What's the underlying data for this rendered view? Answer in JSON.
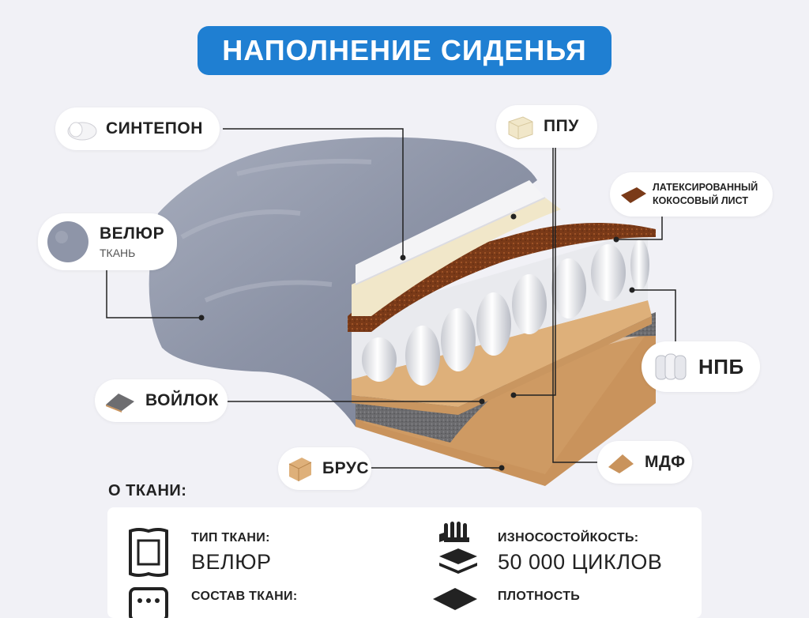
{
  "header": {
    "title": "НАПОЛНЕНИЕ СИДЕНЬЯ"
  },
  "layers": {
    "sintepon": "СИНТЕПОН",
    "ppu": "ППУ",
    "latex_line1": "ЛАТЕКСИРОВАННЫЙ",
    "latex_line2": "КОКОСОВЫЙ ЛИСТ",
    "velour": "ВЕЛЮР",
    "velour_sub": "ТКАНЬ",
    "npb": "НПБ",
    "voilok": "ВОЙЛОК",
    "brus": "БРУС",
    "mdf": "МДФ"
  },
  "fabric": {
    "section_title": "О ТКАНИ:",
    "type_label": "ТИП ТКАНИ:",
    "type_value": "ВЕЛЮР",
    "wear_label": "ИЗНОСОСТОЙКОСТЬ:",
    "wear_value": "50 000 ЦИКЛОВ",
    "composition_label": "СОСТАВ ТКАНИ:",
    "density_label": "ПЛОТНОСТЬ"
  },
  "colors": {
    "title_bg": "#1f7fd2",
    "velour": "#8e95a8",
    "coconut": "#7a3a18",
    "foam": "#f1e7c9",
    "wood": "#deb07a",
    "felt": "#6d6d70",
    "mdf": "#c9935c"
  }
}
